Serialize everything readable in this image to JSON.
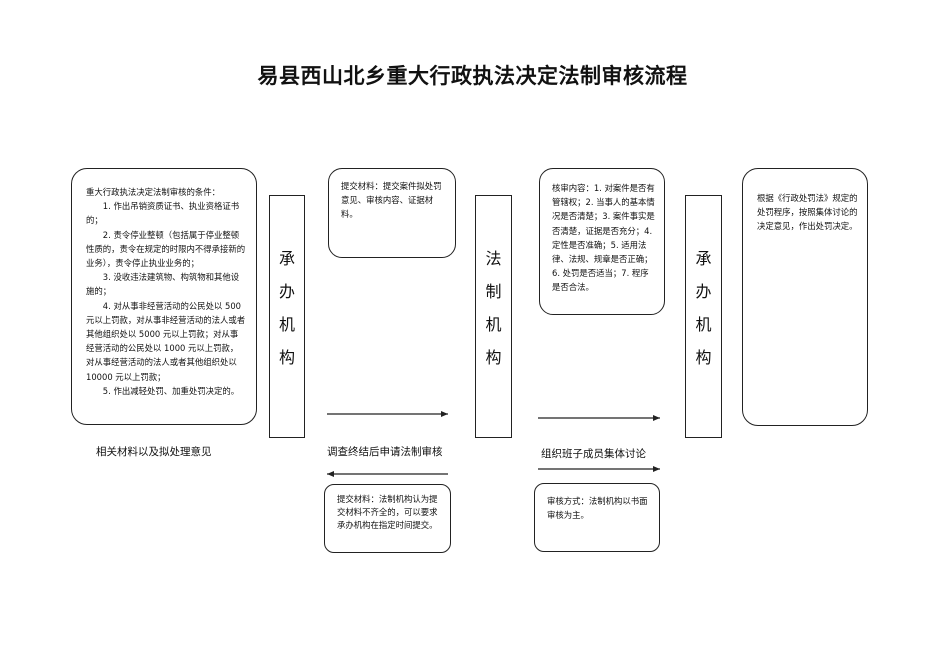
{
  "title": "易县西山北乡重大行政执法决定法制审核流程",
  "boxes": {
    "conditions": {
      "heading": "重大行政执法决定法制审核的条件：",
      "items": [
        "1. 作出吊销资质证书、执业资格证书的；",
        "2. 责令停业整顿（包括属于停业整顿性质的，责令在规定的时限内不得承接新的业务），责令停止执业业务的；",
        "3. 没收违法建筑物、构筑物和其他设施的；",
        "4. 对从事非经营活动的公民处以 500 元以上罚款，对从事非经营活动的法人或者其他组织处以 5000 元以上罚款；对从事经营活动的公民处以 1000 元以上罚款，对从事经营活动的法人或者其他组织处以 10000 元以上罚款；",
        "5. 作出减轻处罚、加重处罚决定的。"
      ]
    },
    "submit_materials": "提交材料：提交案件拟处罚意见、审核内容、证据材料。",
    "review_content": "核审内容：1. 对案件是否有管辖权；2. 当事人的基本情况是否清楚；3. 案件事实是否清楚，证据是否充分；4. 定性是否准确；5. 适用法律、法规、规章是否正确；6. 处罚是否适当；7. 程序是否合法。",
    "decision": "根据《行政处罚法》规定的处罚程序，按照集体讨论的决定意见，作出处罚决定。",
    "resubmit": "提交材料：法制机构认为提交材料不齐全的，可以要求承办机构在指定时间提交。",
    "review_method": "审核方式：法制机构以书面审核为主。"
  },
  "bars": {
    "undertaking_left": [
      "承",
      "办",
      "机",
      "构"
    ],
    "legal_office": [
      "法",
      "制",
      "机",
      "构"
    ],
    "undertaking_right": [
      "承",
      "办",
      "机",
      "构"
    ]
  },
  "captions": {
    "materials_opinion": "相关材料以及拟处理意见",
    "apply_review": "调查终结后申请法制审核",
    "group_discussion": "组织班子成员集体讨论"
  }
}
